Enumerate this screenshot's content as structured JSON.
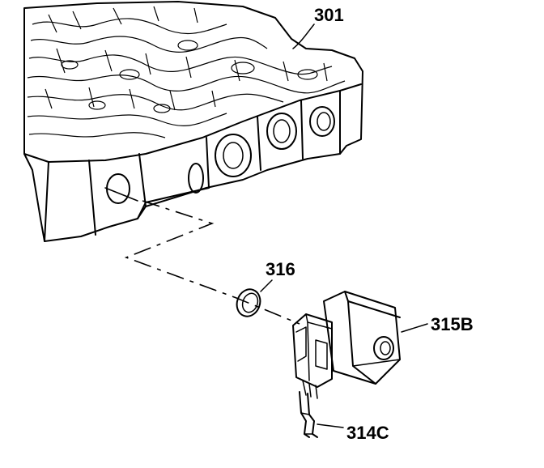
{
  "callouts": {
    "valve_body": "301",
    "o_ring": "316",
    "solenoid": "315B",
    "clip": "314C"
  }
}
